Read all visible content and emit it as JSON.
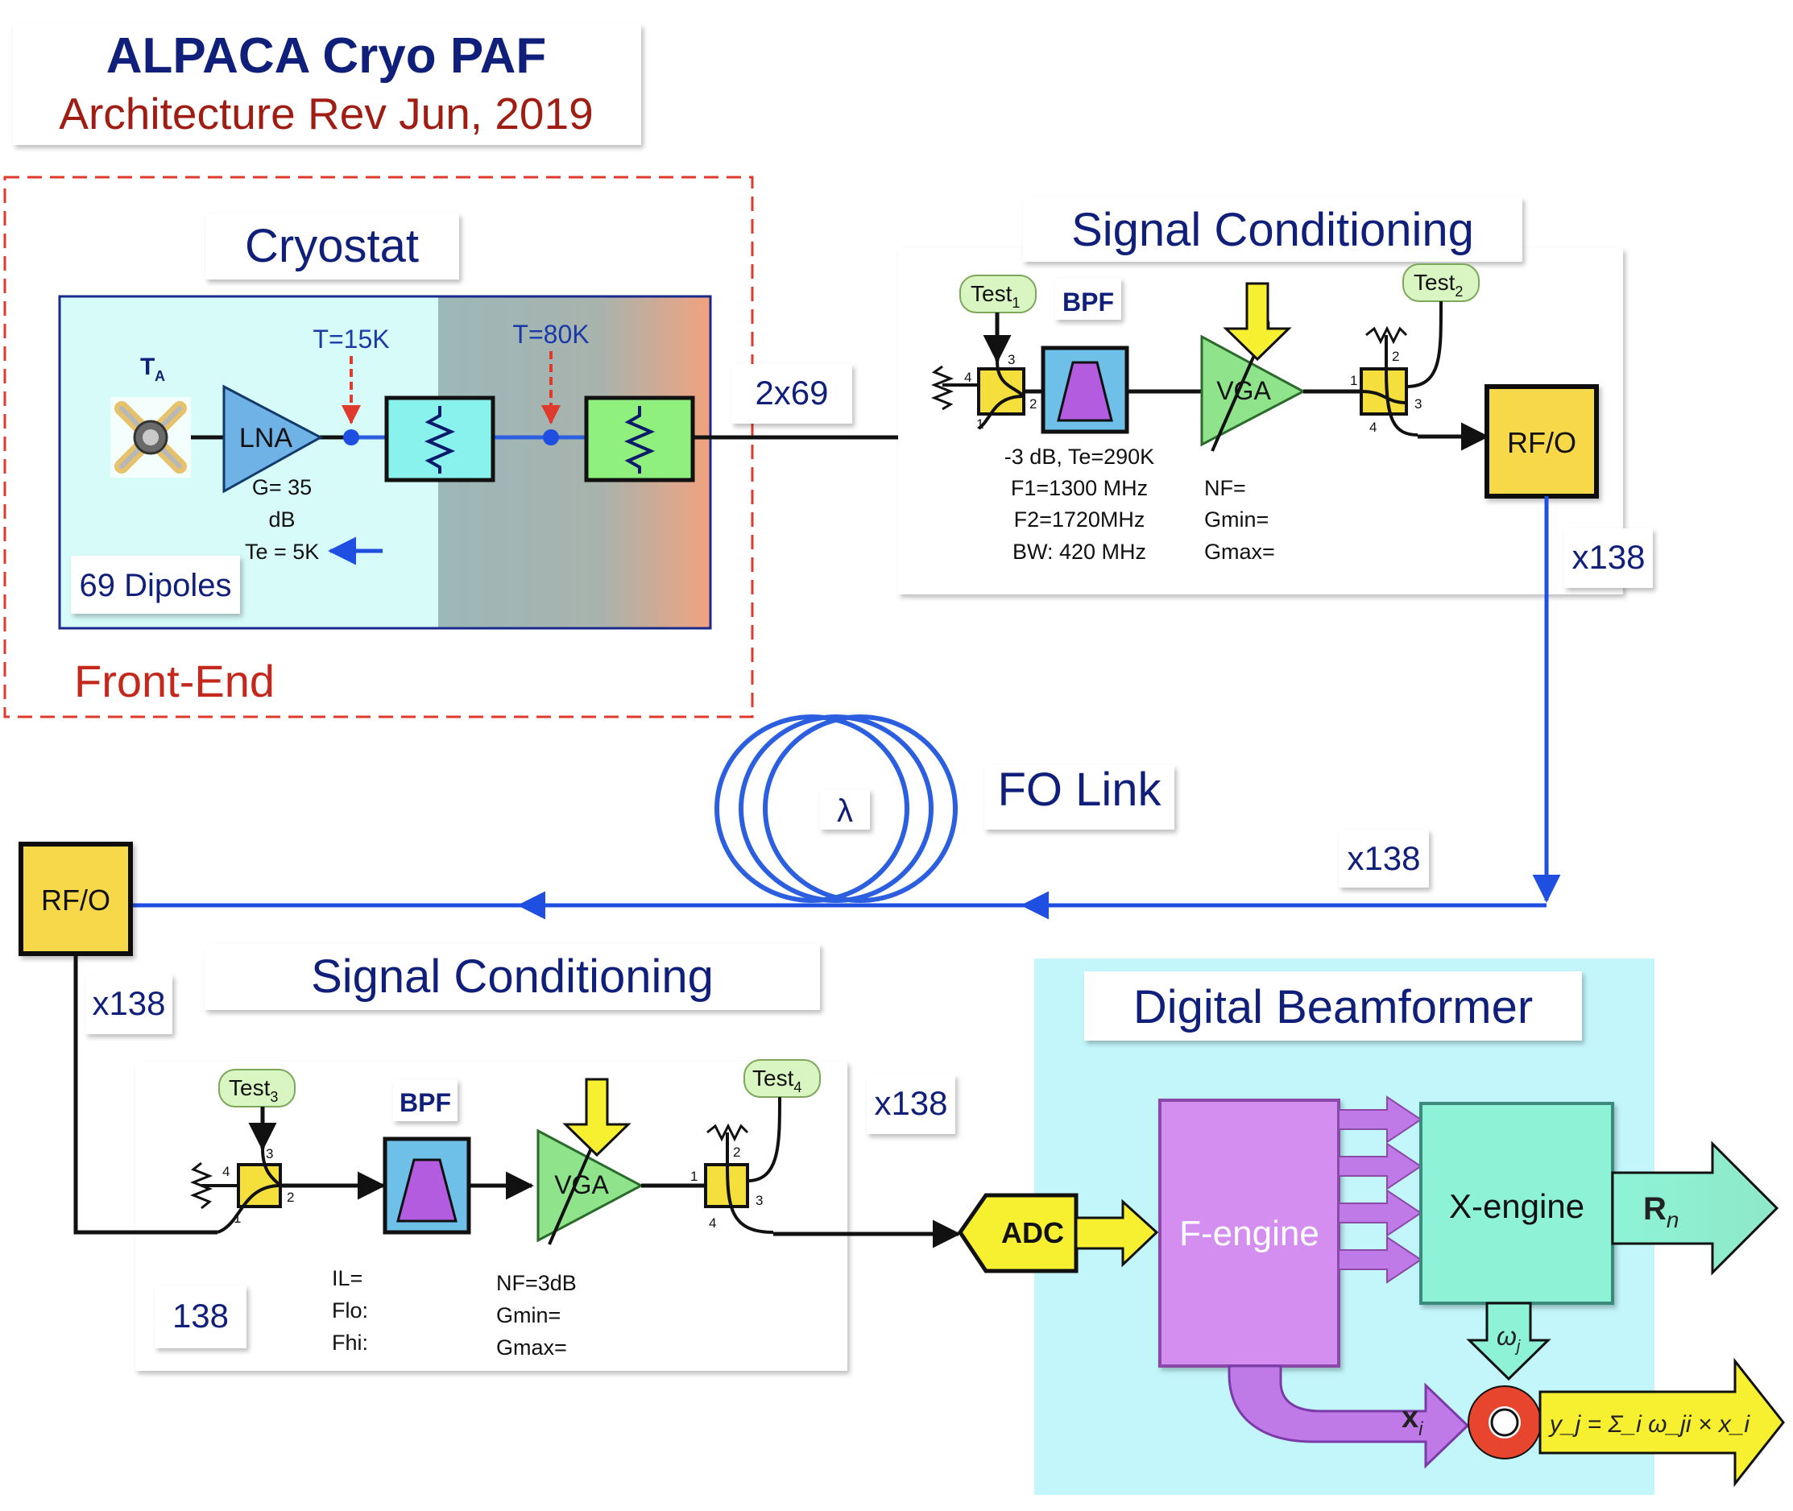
{
  "title": {
    "main": "ALPACA Cryo PAF",
    "sub": "Architecture  Rev Jun, 2019"
  },
  "front_end": {
    "label": "Front-End",
    "cryostat_label": "Cryostat",
    "ta_label": "T",
    "ta_sub": "A",
    "lna_label": "LNA",
    "t15_label": "T=15K",
    "t80_label": "T=80K",
    "gain_line1": "G= 35",
    "gain_line2": "dB",
    "te_label": "Te = 5K",
    "dipoles_label": "69 Dipoles",
    "output_count": "2x69"
  },
  "signal_conditioning_top": {
    "title": "Signal Conditioning",
    "test1": "Test",
    "test1_sub": "1",
    "test2": "Test",
    "test2_sub": "2",
    "bpf_label": "BPF",
    "vga_label": "VGA",
    "bpf_specs": [
      "-3 dB, Te=290K",
      "F1=1300 MHz",
      "F2=1720MHz",
      "BW: 420 MHz"
    ],
    "vga_specs": [
      "NF=",
      "Gmin=",
      "Gmax="
    ],
    "rfo_label": "RF/O",
    "count": "x138"
  },
  "fo_link": {
    "label": "FO Link",
    "lambda": "λ",
    "count": "x138"
  },
  "signal_conditioning_bottom": {
    "title": "Signal Conditioning",
    "rfo_label": "RF/O",
    "count_left": "x138",
    "count_right": "x138",
    "test3": "Test",
    "test3_sub": "3",
    "test4": "Test",
    "test4_sub": "4",
    "bpf_label": "BPF",
    "vga_label": "VGA",
    "bpf_specs": [
      "IL=",
      "Flo:",
      "Fhi:"
    ],
    "vga_specs": [
      "NF=3dB",
      "Gmin=",
      "Gmax="
    ],
    "channels": "138"
  },
  "beamformer": {
    "title": "Digital Beamformer",
    "adc_label": "ADC",
    "fengine_label": "F-engine",
    "xengine_label": "X-engine",
    "rn_label": "R",
    "rn_sub": "n",
    "wj_label": "ω",
    "wj_sub": "j",
    "xi_label": "x",
    "xi_sub": "i",
    "formula": "y_j = Σ_i ω_ji × x_i"
  },
  "port_numbers": [
    "1",
    "2",
    "3",
    "4"
  ],
  "colors": {
    "front_end_border": "#e03a2c",
    "cryo_cold": "#d6fbf9",
    "cryo_mid": "#9cb8b8",
    "cryo_warm": "#f2a27f",
    "lna": "#6fb3e6",
    "filter1": "#8af2ec",
    "filter2": "#8ff07d",
    "vga": "#8fe38a",
    "bpf_bg": "#6fc0e8",
    "bpf_shape": "#b35ce0",
    "coupler": "#f4df3c",
    "rfo": "#f6d84a",
    "beamformer_bg": "#c2f6fb",
    "fengine": "#d38ef0",
    "xengine": "#8ef3d6",
    "adc": "#f7f030",
    "fiber": "#2b5fe0"
  }
}
